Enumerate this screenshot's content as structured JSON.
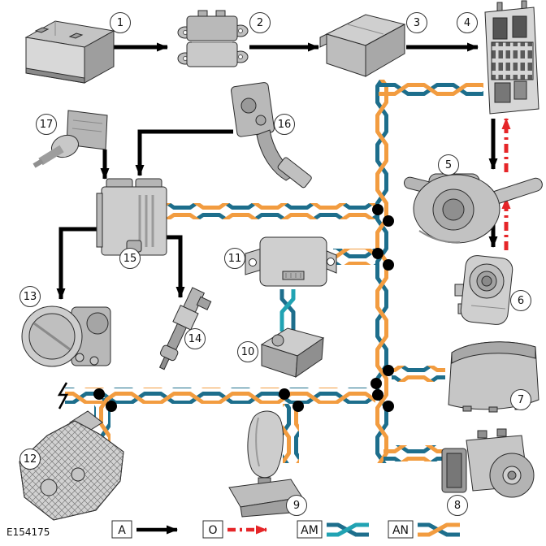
{
  "figure_id": "E154175",
  "callouts": {
    "1": "1",
    "2": "2",
    "3": "3",
    "4": "4",
    "5": "5",
    "6": "6",
    "7": "7",
    "8": "8",
    "9": "9",
    "10": "10",
    "11": "11",
    "12": "12",
    "13": "13",
    "14": "14",
    "15": "15",
    "16": "16",
    "17": "17"
  },
  "legend": {
    "a": "A",
    "o": "O",
    "am": "AM",
    "an": "AN"
  },
  "colors": {
    "wire_orange": "#F29C40",
    "wire_teal_dark": "#1D6E8C",
    "wire_teal_light": "#21A3B3",
    "arrow_black": "#000000",
    "arrow_red": "#E52528",
    "junction_dot": "#000000"
  }
}
